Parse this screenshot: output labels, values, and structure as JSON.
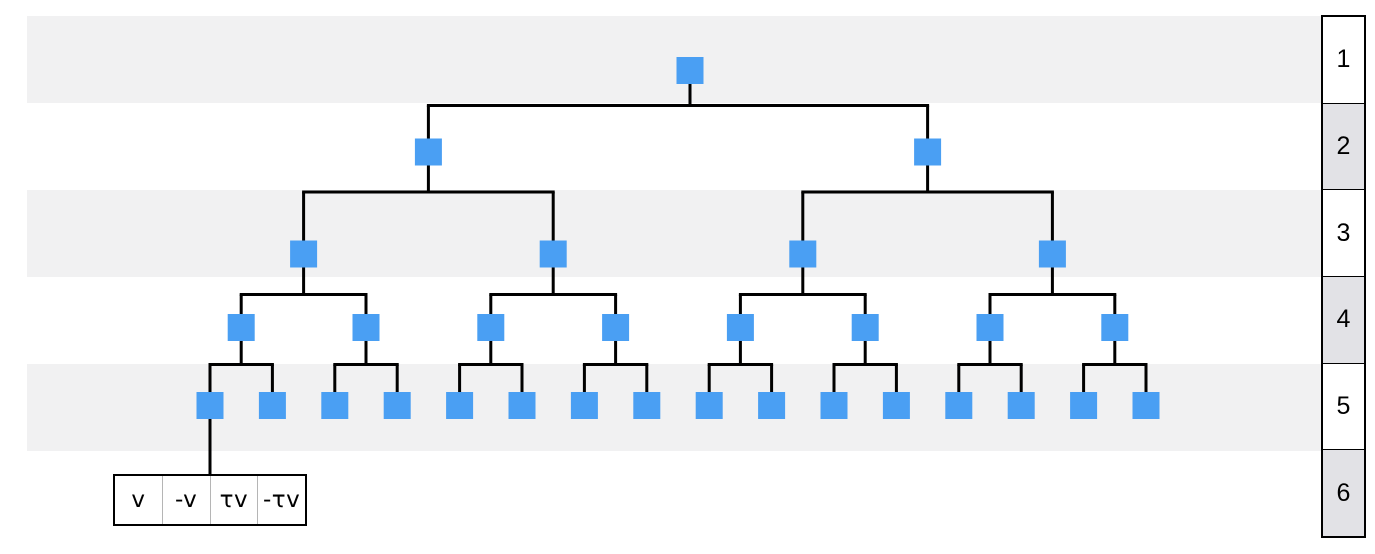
{
  "figure": {
    "title": "binary-tree-level-diagram"
  },
  "tree": {
    "levels": [
      {
        "row_label": "1",
        "node_count": 1
      },
      {
        "row_label": "2",
        "node_count": 2
      },
      {
        "row_label": "3",
        "node_count": 4
      },
      {
        "row_label": "4",
        "node_count": 8
      },
      {
        "row_label": "5",
        "node_count": 16
      }
    ],
    "node_color": "#4a9ff3",
    "line_color": "#000000"
  },
  "leaf_table": {
    "cells": [
      "v",
      "-v",
      "τv",
      "-τv"
    ]
  },
  "side_ruler": {
    "labels": [
      "1",
      "2",
      "3",
      "4",
      "5",
      "6"
    ],
    "alt_fill": "#e2e2e6"
  },
  "stripes": {
    "color": "#f1f1f2"
  }
}
